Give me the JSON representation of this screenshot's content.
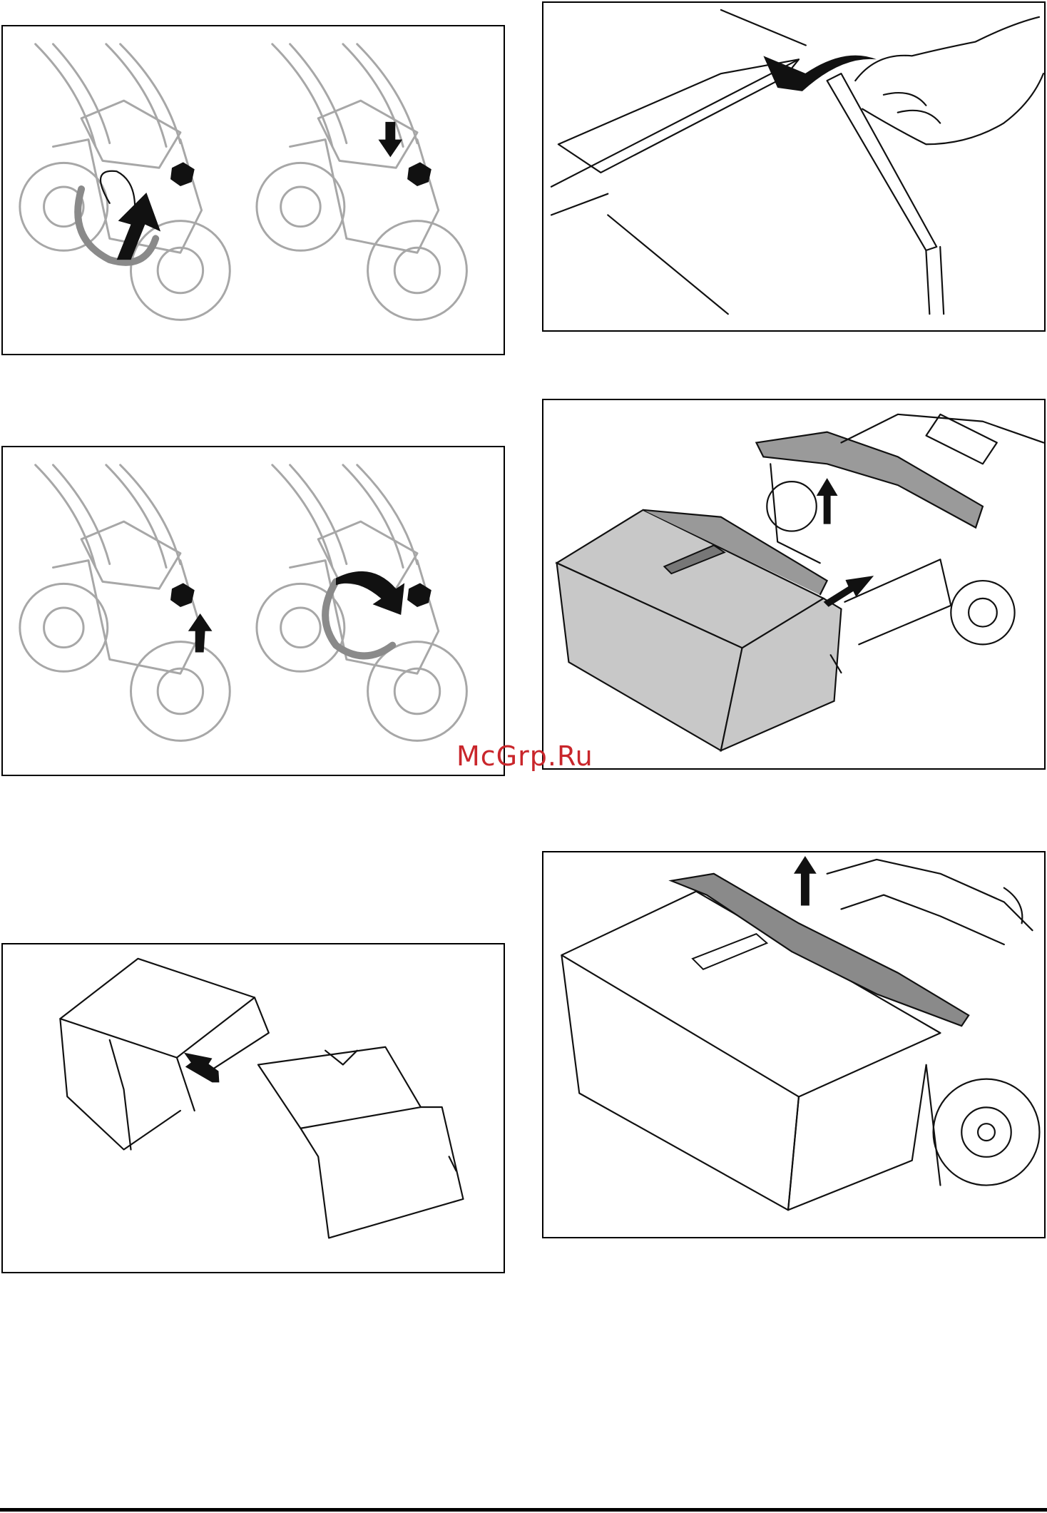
{
  "watermark": {
    "text": "McGrp.Ru",
    "color": "#c9262b"
  },
  "figures": [
    {
      "id": "handle-knob-loosen",
      "icon": "mower-handle-knob-rotate-icon"
    },
    {
      "id": "handle-knob-tighten",
      "icon": "mower-handle-knob-rotate-icon"
    },
    {
      "id": "grass-bag-assembly",
      "icon": "grass-bag-frame-icon"
    },
    {
      "id": "handle-fold-hand",
      "icon": "hand-handle-icon"
    },
    {
      "id": "grass-catcher-attach",
      "icon": "grass-catcher-icon"
    },
    {
      "id": "grass-catcher-installed",
      "icon": "grass-catcher-icon"
    }
  ]
}
